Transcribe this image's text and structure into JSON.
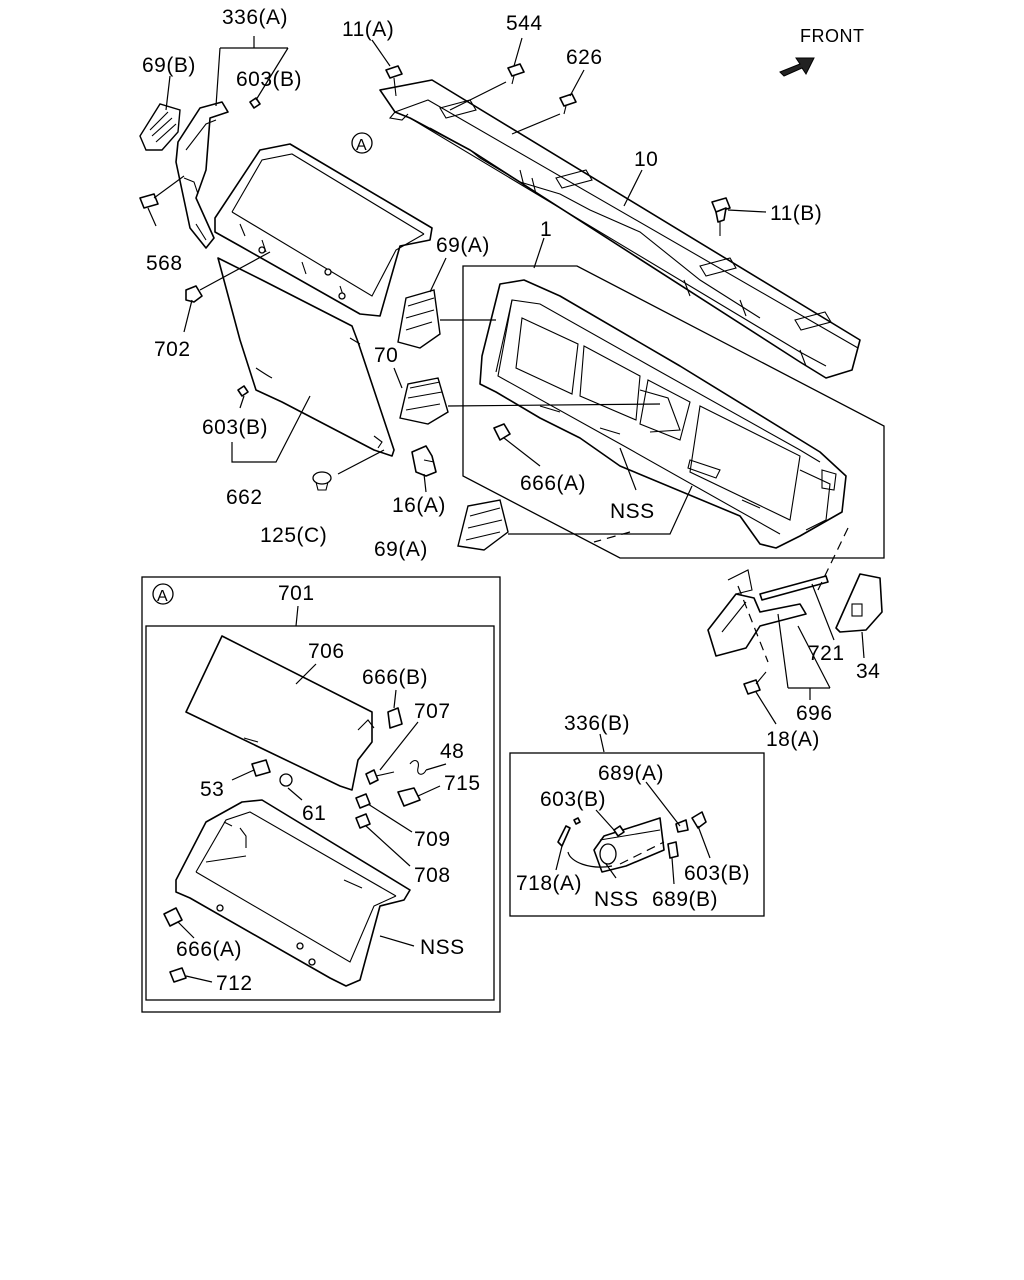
{
  "diagram": {
    "front_label": "FRONT",
    "section_marker": "A",
    "labels": {
      "l_336a": "336(A)",
      "l_69b": "69(B)",
      "l_603b_1": "603(B)",
      "l_11a": "11(A)",
      "l_544": "544",
      "l_626": "626",
      "l_10": "10",
      "l_11b": "11(B)",
      "l_568": "568",
      "l_702": "702",
      "l_69a_1": "69(A)",
      "l_1": "1",
      "l_70": "70",
      "l_603b_2": "603(B)",
      "l_662": "662",
      "l_666a_1": "666(A)",
      "l_nss_1": "NSS",
      "l_16a": "16(A)",
      "l_125c": "125(C)",
      "l_69a_2": "69(A)",
      "l_701": "701",
      "l_706": "706",
      "l_666b": "666(B)",
      "l_707": "707",
      "l_48": "48",
      "l_715": "715",
      "l_53": "53",
      "l_61": "61",
      "l_709": "709",
      "l_708": "708",
      "l_nss_2": "NSS",
      "l_666a_2": "666(A)",
      "l_712": "712",
      "l_721": "721",
      "l_34": "34",
      "l_696": "696",
      "l_18a": "18(A)",
      "l_336b": "336(B)",
      "l_689a": "689(A)",
      "l_603b_3": "603(B)",
      "l_603b_4": "603(B)",
      "l_718a": "718(A)",
      "l_nss_3": "NSS",
      "l_689b": "689(B)"
    }
  }
}
